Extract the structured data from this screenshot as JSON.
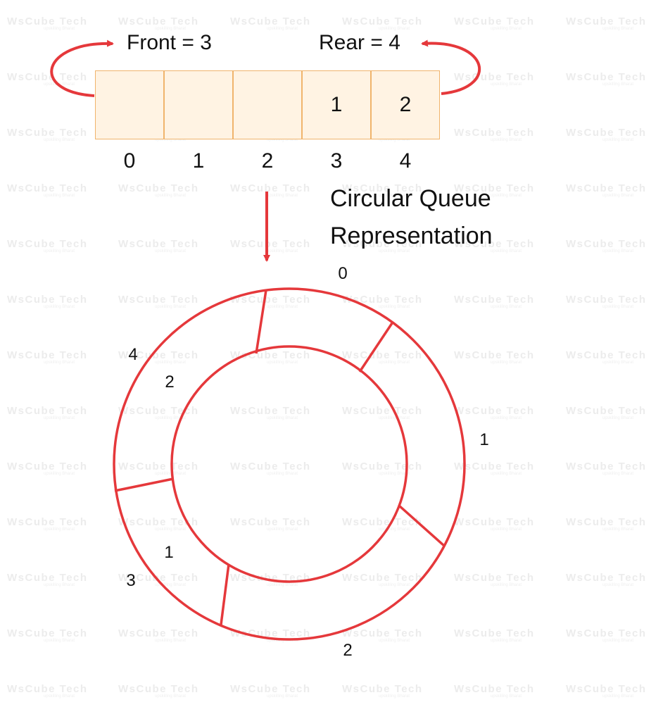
{
  "pointers": {
    "front": "Front = 3",
    "rear": "Rear = 4"
  },
  "array": {
    "cells": [
      "",
      "",
      "",
      "1",
      "2"
    ],
    "indices": [
      "0",
      "1",
      "2",
      "3",
      "4"
    ]
  },
  "title": {
    "line1": "Circular Queue",
    "line2": "Representation"
  },
  "ring": {
    "index_labels": [
      "0",
      "1",
      "2",
      "3",
      "4"
    ],
    "value_labels": {
      "slot3": "1",
      "slot4": "2"
    }
  },
  "watermark": {
    "text": "WsCube Tech",
    "subtitle": "upskilling Bharat"
  },
  "colors": {
    "accent_red": "#e5383b",
    "cell_fill": "#fff3e3",
    "cell_border": "#f0b46c"
  }
}
